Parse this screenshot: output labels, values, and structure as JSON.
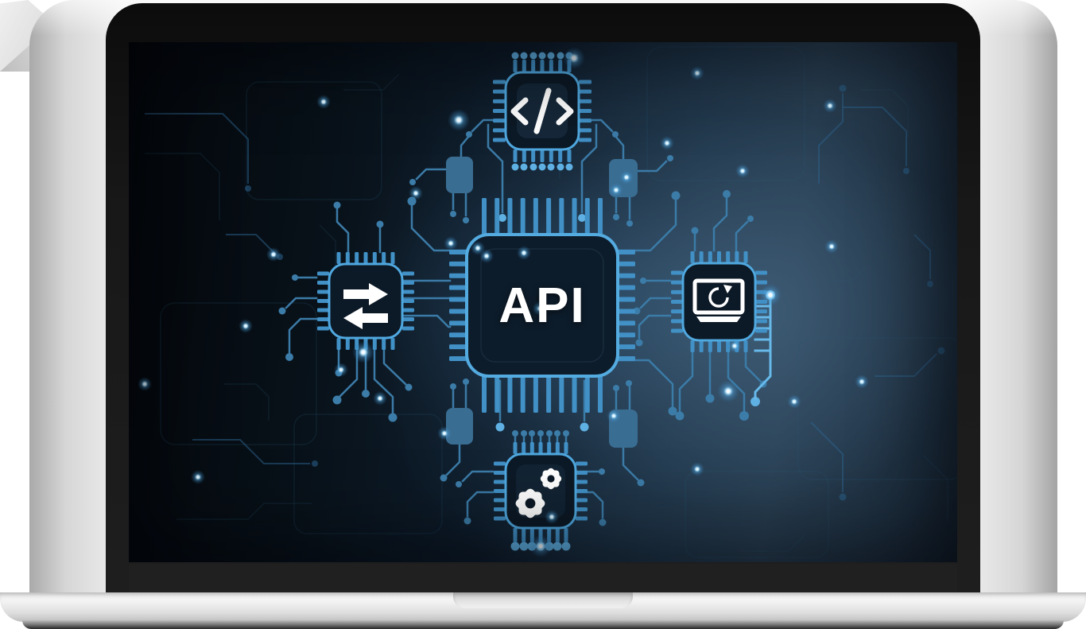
{
  "screen": {
    "center_chip_label": "API",
    "nodes": [
      {
        "position": "top",
        "icon": "code-icon"
      },
      {
        "position": "left",
        "icon": "data-exchange-arrows-icon"
      },
      {
        "position": "right",
        "icon": "monitor-sync-icon"
      },
      {
        "position": "bottom",
        "icon": "gears-icon"
      }
    ],
    "colors": {
      "background_dark": "#04070c",
      "background_light": "#2c4255",
      "trace": "#35719d",
      "trace_bright": "#5fb0e3",
      "chip_border": "#4fa8df",
      "chip_fill": "#0c1a28",
      "icon": "#ffffff",
      "glow_dot": "#bfe9ff"
    }
  },
  "laptop": {
    "frame_color": "#e7e7e7",
    "bezel_color": "#161616"
  }
}
